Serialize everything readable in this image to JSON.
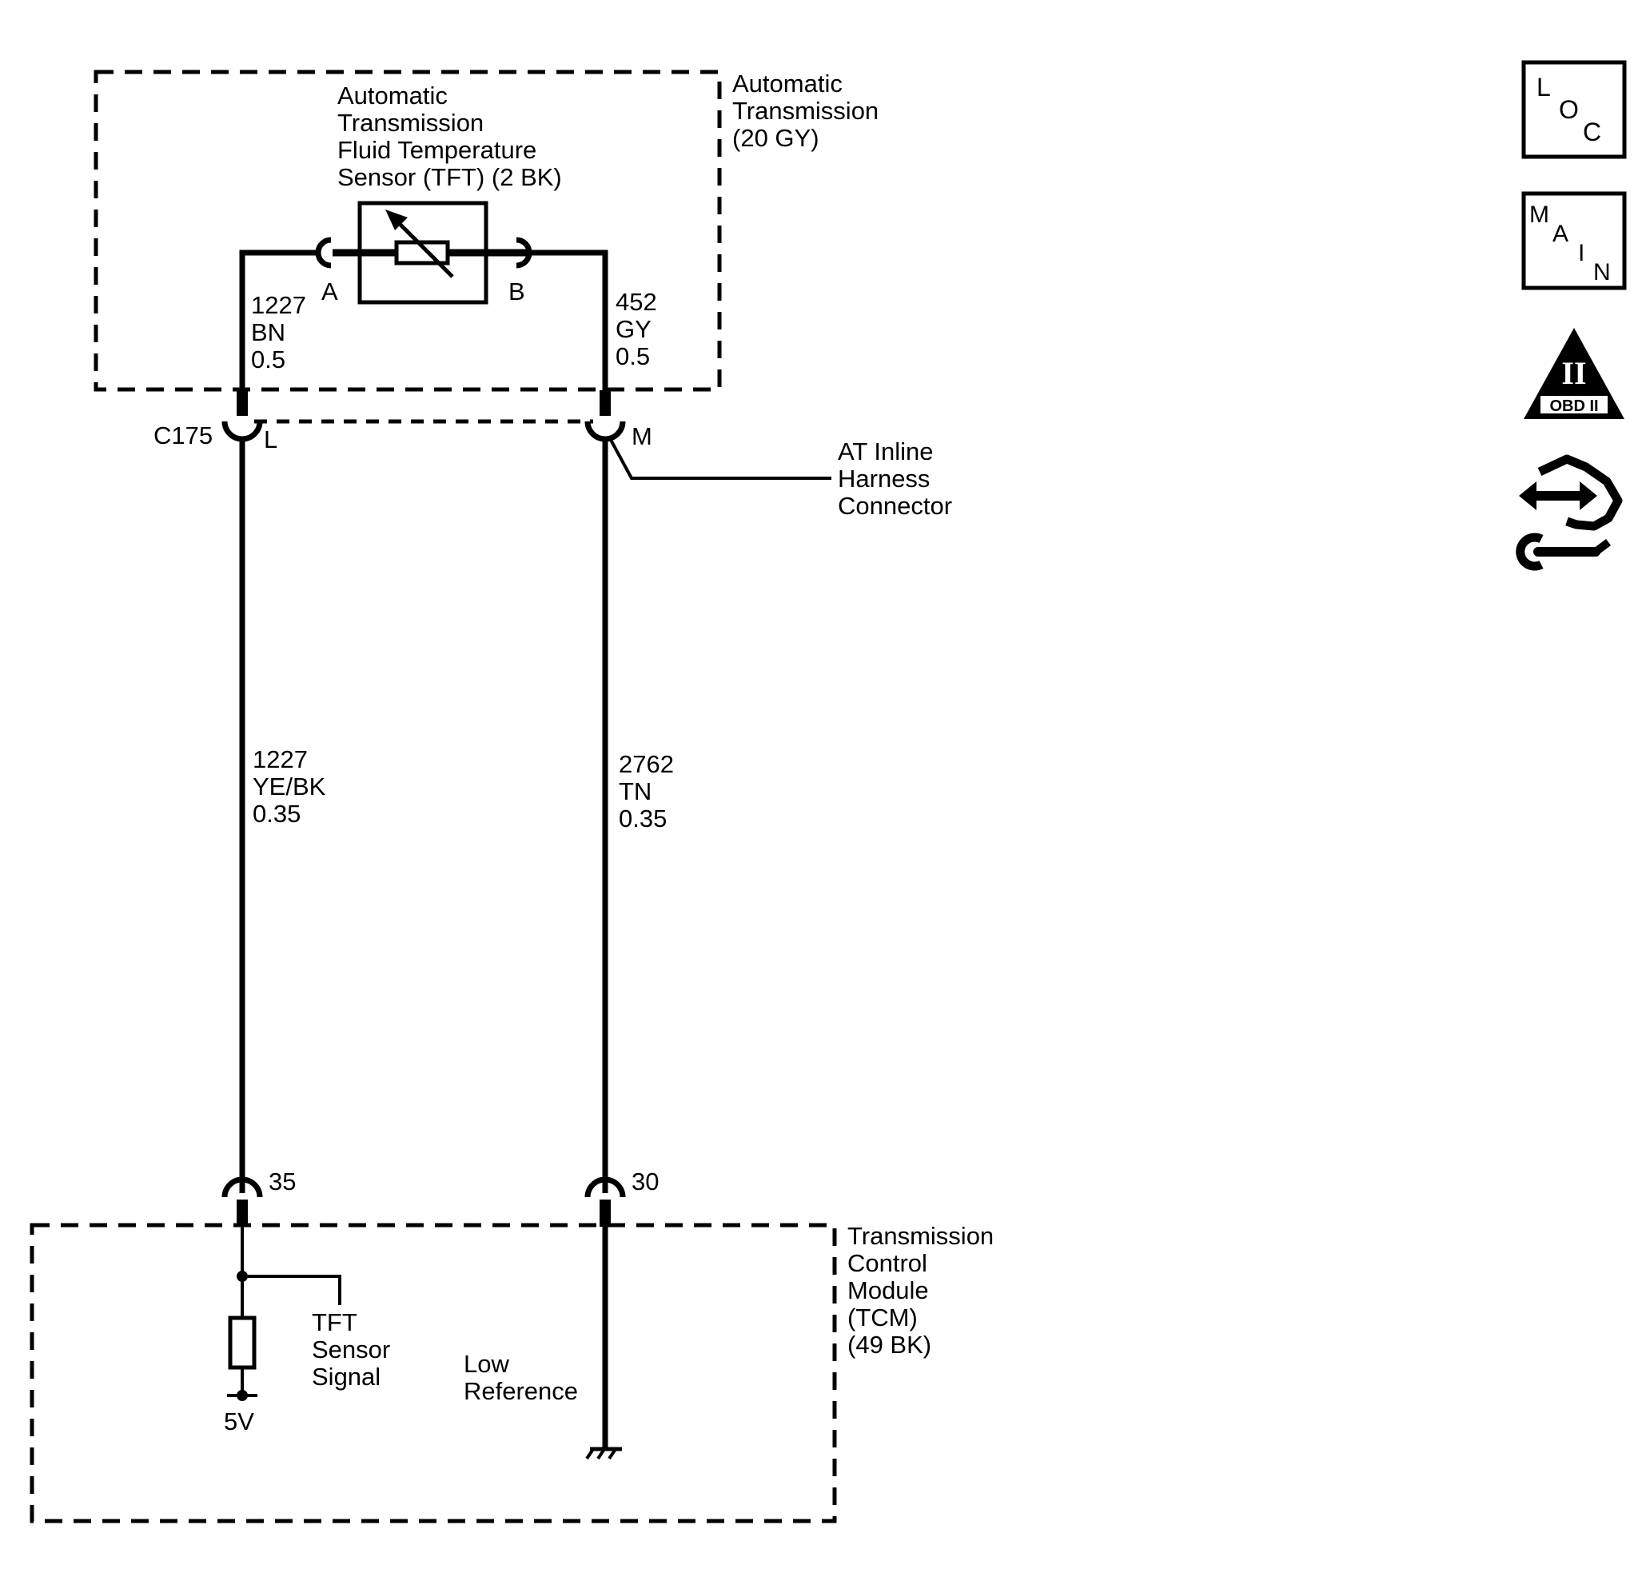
{
  "transmission": {
    "name": [
      "Automatic",
      "Transmission",
      "(20 GY)"
    ]
  },
  "sensor": {
    "name": [
      "Automatic",
      "Transmission",
      "Fluid Temperature",
      "Sensor (TFT) (2 BK)"
    ],
    "pin_a": "A",
    "pin_b": "B"
  },
  "upper_wires": {
    "left": [
      "1227",
      "BN",
      "0.5"
    ],
    "right": [
      "452",
      "GY",
      "0.5"
    ]
  },
  "inline_connector": {
    "id": "C175",
    "pin_left": "L",
    "pin_right": "M",
    "name": [
      "AT Inline",
      "Harness",
      "Connector"
    ]
  },
  "lower_wires": {
    "left": [
      "1227",
      "YE/BK",
      "0.35"
    ],
    "right": [
      "2762",
      "TN",
      "0.35"
    ]
  },
  "tcm": {
    "pin_left": "35",
    "pin_right": "30",
    "name": [
      "Transmission",
      "Control",
      "Module",
      "(TCM)",
      "(49 BK)"
    ],
    "signal_label": [
      "TFT",
      "Sensor",
      "Signal"
    ],
    "voltage": "5V",
    "low_ref_label": [
      "Low",
      "Reference"
    ]
  },
  "side_icons": {
    "loc": {
      "letters": [
        "L",
        "O",
        "C"
      ]
    },
    "main": {
      "letters": [
        "M",
        "A",
        "I",
        "N"
      ]
    },
    "obd": {
      "numeral": "II",
      "caption": "OBD II"
    },
    "service": {
      "icon": "hand-wrench-icon"
    }
  }
}
